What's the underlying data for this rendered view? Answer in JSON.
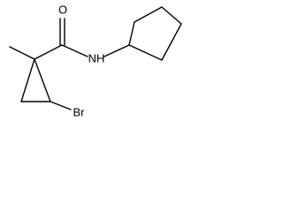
{
  "structure": {
    "atoms": {
      "oxygen": "O",
      "nitrogen": "NH",
      "bromine": "Br"
    }
  }
}
